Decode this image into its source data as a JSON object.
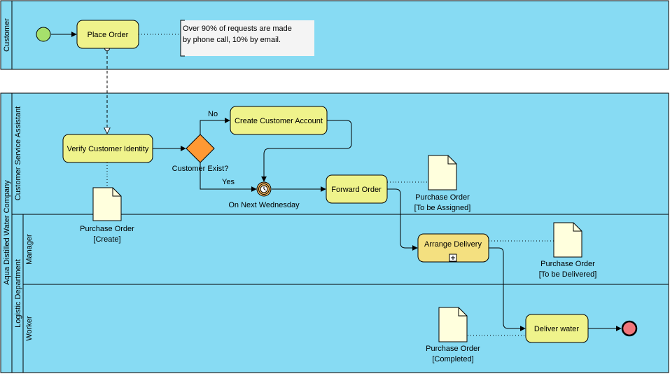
{
  "pools": {
    "customer": {
      "label": "Customer"
    },
    "company": {
      "label": "Aqua Distilled Water Company",
      "lanes": {
        "csa": "Customer Service Assistant",
        "logistic": "Logistic Department",
        "manager": "Manager",
        "worker": "Worker"
      }
    }
  },
  "tasks": {
    "place_order": "Place Order",
    "verify": "Verify Customer Identity",
    "create_account": "Create Customer Account",
    "forward_order": "Forward Order",
    "arrange_delivery": "Arrange Delivery",
    "deliver_water": "Deliver water"
  },
  "note": {
    "line1": "Over 90% of requests are made",
    "line2": "by phone call, 10% by email."
  },
  "gateway": {
    "label": "Customer Exist?",
    "no": "No",
    "yes": "Yes"
  },
  "timer": {
    "label": "On Next Wednesday"
  },
  "documents": {
    "po_create": {
      "name": "Purchase Order",
      "state": "[Create]"
    },
    "po_assigned": {
      "name": "Purchase Order",
      "state": "[To be Assigned]"
    },
    "po_delivered": {
      "name": "Purchase Order",
      "state": "[To be Delivered]"
    },
    "po_completed": {
      "name": "Purchase Order",
      "state": "[Completed]"
    }
  },
  "colors": {
    "lane_fill": "#87DBF3",
    "task_fill": "#EFF38B",
    "task_fill_sub": "#F4E080",
    "gateway_fill": "#FF9933",
    "start_fill": "#A6E06C",
    "end_fill": "#F0767A",
    "document_fill": "#FFFFDD"
  }
}
